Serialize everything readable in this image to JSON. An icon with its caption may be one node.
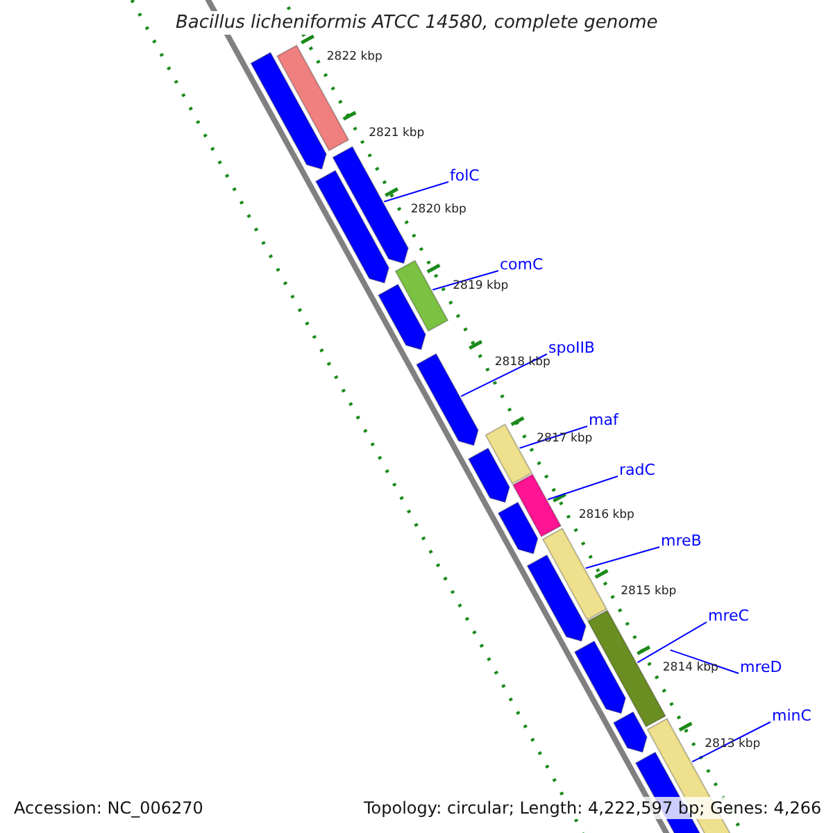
{
  "diagram": {
    "title": "Bacillus licheniformis ATCC 14580, complete genome",
    "nodes": [
      {
        "text": [
          "folC"
        ]
      },
      {
        "text": [
          "comC"
        ]
      },
      {
        "text": [
          "spoIIB"
        ]
      },
      {
        "text": [
          "maf"
        ]
      },
      {
        "text": [
          "radC"
        ]
      },
      {
        "text": [
          "mreB"
        ]
      },
      {
        "text": [
          "mreC"
        ]
      },
      {
        "text": [
          "mreD"
        ]
      },
      {
        "text": [
          "minC"
        ]
      },
      {
        "text": [],
        "shape": "bar"
      },
      {
        "text": [],
        "shape": "bar"
      },
      {
        "text": [],
        "shape": "bar"
      },
      {
        "text": [],
        "shape": "bar"
      },
      {
        "text": [],
        "shape": "bar"
      },
      {
        "text": [],
        "shape": "bar"
      },
      {
        "text": [],
        "shape": "bar"
      },
      {
        "text": [],
        "shape": "bar"
      },
      {
        "text": [],
        "shape": "bar"
      },
      {
        "text": [],
        "shape": "bar"
      },
      {
        "text": [],
        "shape": "bar"
      },
      {
        "text": [],
        "shape": "bar"
      },
      {
        "text": [],
        "shape": "bar"
      },
      {
        "text": [],
        "shape": "bar"
      },
      {
        "text": [],
        "shape": "bar"
      },
      {
        "text": [],
        "shape": "bar"
      },
      {
        "text": [],
        "shape": "bar"
      },
      {
        "text": [],
        "shape": "bar"
      }
    ],
    "edges": [
      {
        "from": 0,
        "to": 11,
        "arrow": "none"
      },
      {
        "from": 1,
        "to": 13,
        "arrow": "none"
      },
      {
        "from": 2,
        "to": 15,
        "arrow": "none"
      },
      {
        "from": 3,
        "to": 16,
        "arrow": "none"
      },
      {
        "from": 4,
        "to": 18,
        "arrow": "none"
      },
      {
        "from": 5,
        "to": 20,
        "arrow": "none"
      },
      {
        "from": 6,
        "to": 22,
        "arrow": "none"
      },
      {
        "from": 7,
        "to": null,
        "arrow": "none"
      },
      {
        "from": 8,
        "to": 25,
        "arrow": "none"
      }
    ],
    "labels": [
      "2822 kbp",
      "2821 kbp",
      "2820 kbp",
      "2819 kbp",
      "2818 kbp",
      "2817 kbp",
      "2816 kbp",
      "2815 kbp",
      "2814 kbp",
      "2813 kbp",
      "Accession: NC_006270",
      "Topology: circular; Length: 4,222,597 bp; Genes: 4,266"
    ]
  }
}
